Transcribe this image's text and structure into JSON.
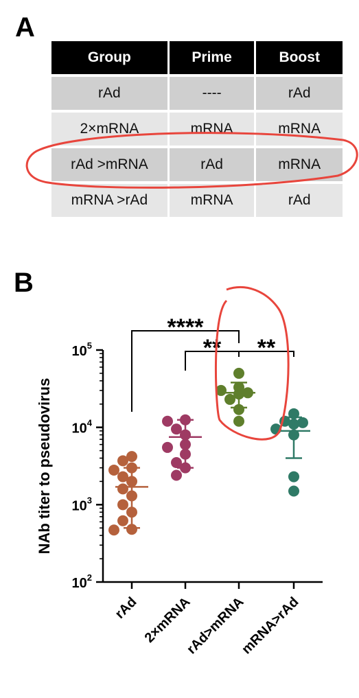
{
  "panel_a": {
    "label": "A",
    "table": {
      "headers": [
        "Group",
        "Prime",
        "Boost"
      ],
      "rows": [
        [
          "rAd",
          "----",
          "rAd"
        ],
        [
          "2×mRNA",
          "mRNA",
          "mRNA"
        ],
        [
          "rAd >mRNA",
          "rAd",
          "mRNA"
        ],
        [
          "mRNA >rAd",
          "mRNA",
          "rAd"
        ]
      ],
      "header_bg": "#000000",
      "row_colors": [
        "#cfcfcf",
        "#e6e6e6",
        "#cfcfcf",
        "#e6e6e6"
      ],
      "highlighted_row": 2,
      "annotation_color": "#e8453c"
    }
  },
  "panel_b": {
    "label": "B"
  },
  "chart_data": {
    "type": "scatter",
    "ylabel": "NAb titer to pseudovirus",
    "yscale": "log",
    "ylim": [
      100,
      100000
    ],
    "ytick_values": [
      100,
      1000,
      10000,
      100000
    ],
    "ytick_labels": [
      {
        "base": "10",
        "exp": "2"
      },
      {
        "base": "10",
        "exp": "3"
      },
      {
        "base": "10",
        "exp": "4"
      },
      {
        "base": "10",
        "exp": "5"
      }
    ],
    "categories": [
      "rAd",
      "2×mRNA",
      "rAd>mRNA",
      "mRNA>rAd"
    ],
    "series": [
      {
        "color": "#b5613c",
        "values": [
          4200,
          3700,
          3000,
          2800,
          2300,
          2000,
          1600,
          1300,
          1000,
          800,
          620,
          480,
          470
        ],
        "mean": 1700,
        "sd_range": [
          500,
          3000
        ]
      },
      {
        "color": "#9e3a63",
        "values": [
          12500,
          12000,
          9500,
          8000,
          6000,
          5500,
          4500,
          3500,
          3000,
          2400
        ],
        "mean": 7500,
        "sd_range": [
          3000,
          12500
        ]
      },
      {
        "color": "#5f7f2c",
        "values": [
          50000,
          33000,
          30000,
          28000,
          27000,
          23000,
          17000,
          12000
        ],
        "mean": 28000,
        "sd_range": [
          18000,
          38000
        ]
      },
      {
        "color": "#2f7a66",
        "values": [
          15000,
          12000,
          11500,
          11000,
          9500,
          8000,
          2300,
          1500
        ],
        "mean": 9000,
        "sd_range": [
          4000,
          13500
        ]
      }
    ],
    "significance": [
      {
        "from": 0,
        "to": 2,
        "label": "****"
      },
      {
        "from": 1,
        "to": 2,
        "label": "**"
      },
      {
        "from": 2,
        "to": 3,
        "label": "**"
      }
    ],
    "highlighted_category": 2,
    "annotation_color": "#e8453c",
    "axis_color": "#000000"
  }
}
